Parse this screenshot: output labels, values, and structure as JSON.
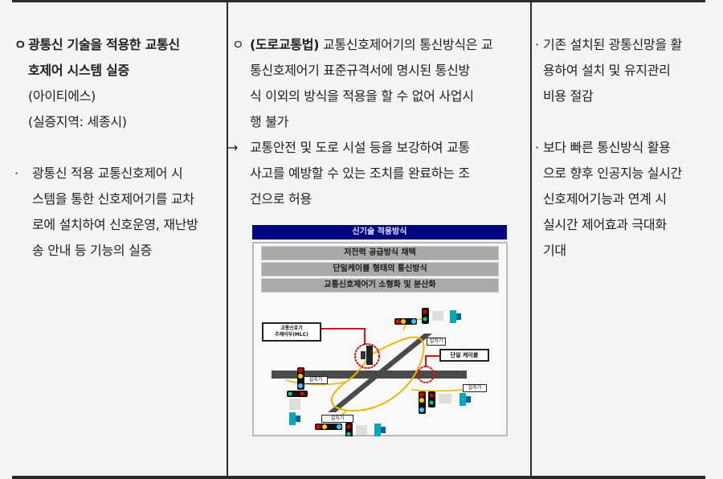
{
  "columns": [
    {
      "heading_lines": [
        "광통신 기술을 적용한 교통신",
        "호제어 시스템 실증"
      ],
      "heading_marker": "ㅇ",
      "sub_lines": [
        "(아이티에스)",
        "(실증지역: 세종시)"
      ],
      "bullet_marker": "·",
      "bullet_lines": [
        "광통신 적용 교통신호제어 시",
        "스템을 통한 신호제어기를 교차",
        "로에 설치하여 신호운영, 재난방",
        "송 안내 등 기능의 실증"
      ]
    },
    {
      "marker": "ㅇ",
      "lead_bold": "(도로교통법)",
      "lines": [
        "교통신호제어기의 통신방식은 교",
        "통신호제어기 표준규격서에 명시된 통신방",
        "식 이외의 방식을 적용을 할 수 없어 사업시",
        "행 불가"
      ],
      "arrow_marker": "→",
      "arrow_lines": [
        "교통안전 및 도로 시설 등을 보강하여 교통",
        "사고를 예방할 수 있는 조치를 완료하는 조",
        "건으로 허용"
      ]
    },
    {
      "bullet_marker": "·",
      "bullets": [
        [
          "기존 설치된 광통신망을 활",
          "용하여 설치 및 유지관리",
          "비용 절감"
        ],
        [
          "보다 빠른 통신방식 활용",
          "으로 향후 인공지능 실시간",
          "신호제어기능과 연계 시",
          "실시간 제어효과 극대화",
          "기대"
        ]
      ]
    }
  ],
  "diagram": {
    "title": "신기술 적용방식",
    "bars": [
      "저전력 공급방식 채택",
      "단일케이블 형태의 통신방식",
      "교통신호제어기 소형화 및 분산화"
    ],
    "labels": {
      "master": [
        "교통신호기",
        "주제어부(MLC)"
      ],
      "cable": "단일 케이블",
      "units": [
        "설치기",
        "설치기",
        "설치기",
        "설치기"
      ]
    },
    "colors": {
      "title_bg": "#04067f",
      "road": "#4a4a4a",
      "cable": "#f0b400",
      "highlight": "#e01010"
    }
  }
}
